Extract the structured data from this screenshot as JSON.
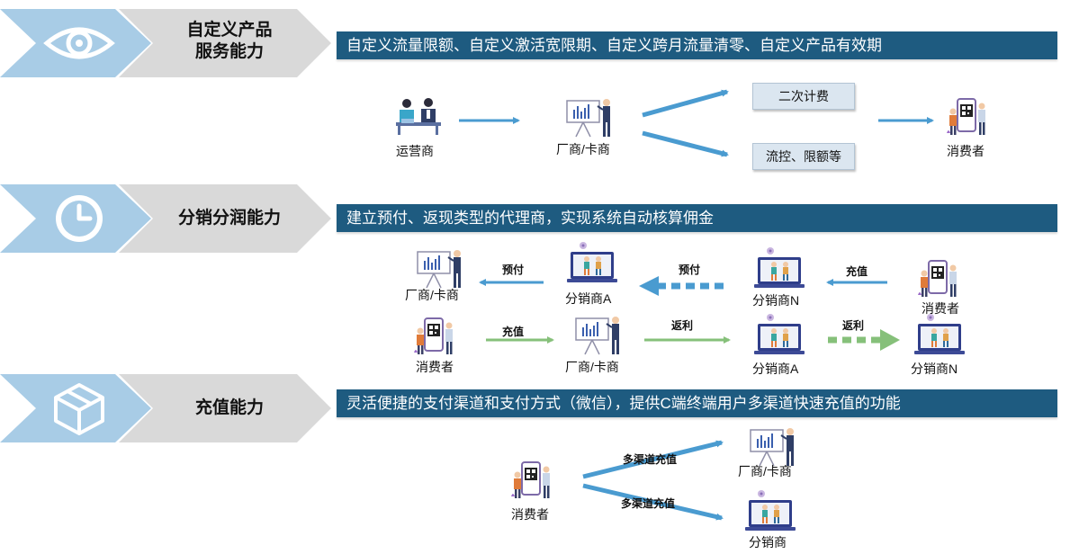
{
  "sections": [
    {
      "title_line1": "自定义产品",
      "title_line2": "服务能力",
      "icon": "eye-icon",
      "banner": "自定义流量限额、自定义激活宽限期、自定义跨月流量清零、自定义产品有效期",
      "nodes": {
        "operator": "运营商",
        "vendor": "厂商/卡商",
        "consumer": "消费者"
      },
      "boxes": [
        "二次计费",
        "流控、限额等"
      ]
    },
    {
      "title": "分销分润能力",
      "icon": "clock-icon",
      "banner": "建立预付、返现类型的代理商，实现系统自动核算佣金",
      "row1": {
        "vendor": "厂商/卡商",
        "prepay_label": "预付",
        "dist_a": "分销商A",
        "prepay_label2": "预付",
        "dist_n": "分销商N",
        "recharge_label": "充值",
        "consumer": "消费者"
      },
      "row2": {
        "consumer": "消费者",
        "recharge_label": "充值",
        "vendor": "厂商/卡商",
        "rebate_label": "返利",
        "dist_a": "分销商A",
        "rebate_label2": "返利",
        "dist_n": "分销商N"
      }
    },
    {
      "title": "充值能力",
      "icon": "cube-icon",
      "banner": "灵活便捷的支付渠道和支付方式（微信），提供C端终端用户多渠道快速充值的功能",
      "consumer": "消费者",
      "channel_label_top": "多渠道充值",
      "channel_label_bottom": "多渠道充值",
      "vendor": "厂商/卡商",
      "distributor": "分销商"
    }
  ],
  "colors": {
    "banner": "#1e5b80",
    "chevron_light": "#a8cce6",
    "chevron_grey": "#d9d9d9",
    "arrow_blue": "#4a9bd0",
    "arrow_green": "#86c07a"
  }
}
